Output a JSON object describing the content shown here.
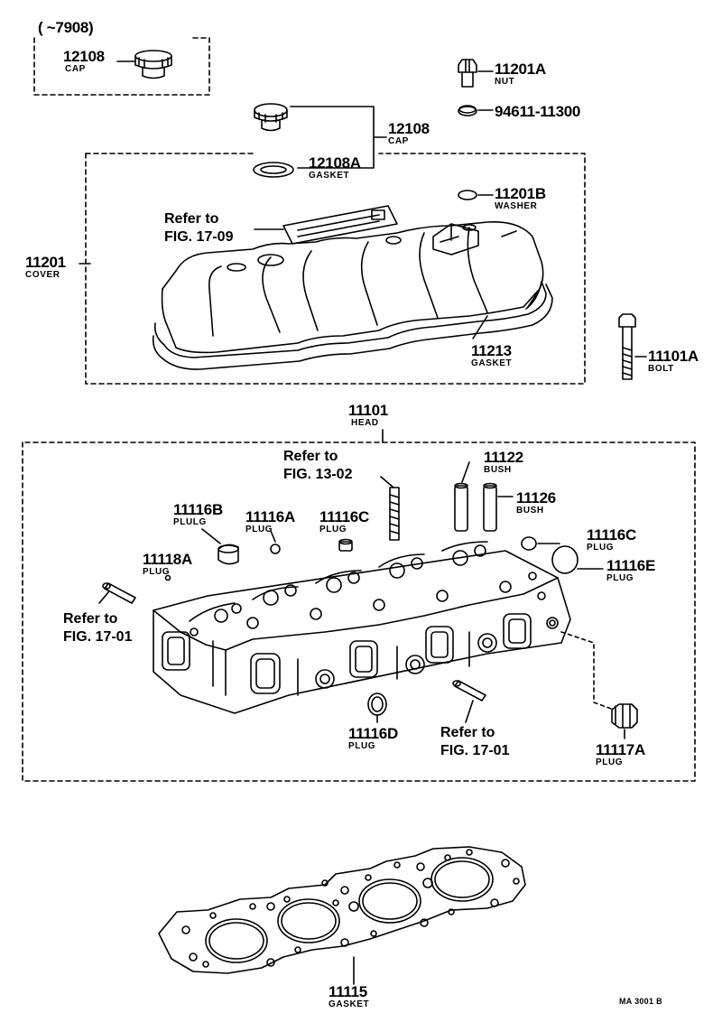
{
  "header_note": "(      ~7908)",
  "parts": {
    "cap_old": {
      "no": "12108",
      "name": "CAP"
    },
    "nut": {
      "no": "11201A",
      "name": "NUT"
    },
    "washer_nut": {
      "no": "94611-11300"
    },
    "cap": {
      "no": "12108",
      "name": "CAP"
    },
    "cap_gasket": {
      "no": "12108A",
      "name": "GASKET"
    },
    "washer": {
      "no": "11201B",
      "name": "WASHER"
    },
    "cover": {
      "no": "11201",
      "name": "COVER"
    },
    "cover_gasket": {
      "no": "11213",
      "name": "GASKET"
    },
    "bolt": {
      "no": "11101A",
      "name": "BOLT"
    },
    "head": {
      "no": "11101",
      "name": "HEAD"
    },
    "bush_a": {
      "no": "11122",
      "name": "BUSH"
    },
    "bush_b": {
      "no": "11126",
      "name": "BUSH"
    },
    "plug_b": {
      "no": "11116B",
      "name": "PLULG"
    },
    "plug_a": {
      "no": "11116A",
      "name": "PLUG"
    },
    "plug_c": {
      "no": "11116C",
      "name": "PLUG"
    },
    "plug_c2": {
      "no": "11116C",
      "name": "PLUG"
    },
    "plug_e": {
      "no": "11116E",
      "name": "PLUG"
    },
    "plug_118a": {
      "no": "11118A",
      "name": "PLUG"
    },
    "plug_d": {
      "no": "11116D",
      "name": "PLUG"
    },
    "plug_117a": {
      "no": "11117A",
      "name": "PLUG"
    },
    "head_gasket": {
      "no": "11115",
      "name": "GASKET"
    }
  },
  "refs": {
    "fig_17_09": "Refer to\nFIG. 17-09",
    "fig_13_02": "Refer to\nFIG. 13-02",
    "fig_17_01_left": "Refer to\nFIG. 17-01",
    "fig_17_01_bottom": "Refer to\nFIG. 17-01"
  },
  "drawing_code": "MA  3001 B"
}
